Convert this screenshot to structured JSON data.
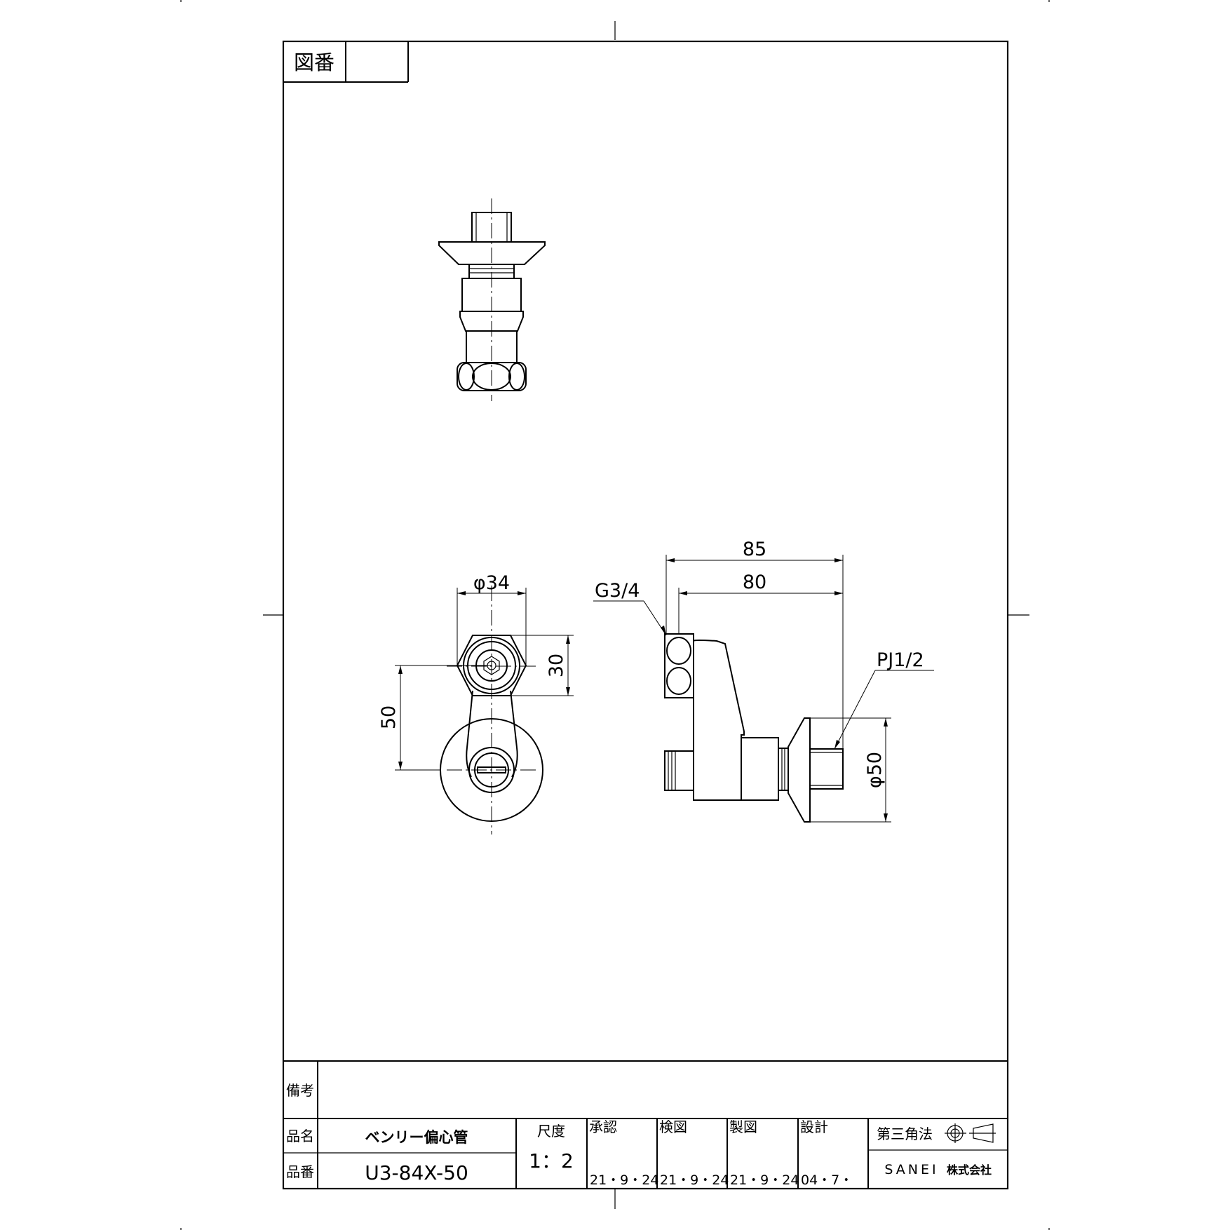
{
  "title_block": {
    "drawing_number_label": "図番",
    "drawing_number_value": "",
    "remarks_label": "備考",
    "remarks_value": "",
    "product_name_label": "品名",
    "product_name": "ベンリー偏心管",
    "part_number_label": "品番",
    "part_number": "U3-84X-50",
    "scale_label": "尺度",
    "scale_value": "1：2",
    "approved_label": "承認",
    "approved_date": "21・9・24",
    "checked_label": "検図",
    "checked_date": "21・9・24",
    "drawn_label": "製図",
    "drawn_date": "21・9・24",
    "designed_label": "設計",
    "designed_date": "04・7・",
    "projection_label": "第三角法",
    "company_name_latin": "SANEI",
    "company_name_suffix": "株式会社"
  },
  "dimensions": {
    "diameter_34": "φ34",
    "height_30": "30",
    "offset_50": "50",
    "length_85": "85",
    "length_80": "80",
    "thread_g34": "G3/4",
    "thread_pj12": "PJ1/2",
    "diameter_50": "φ50"
  }
}
